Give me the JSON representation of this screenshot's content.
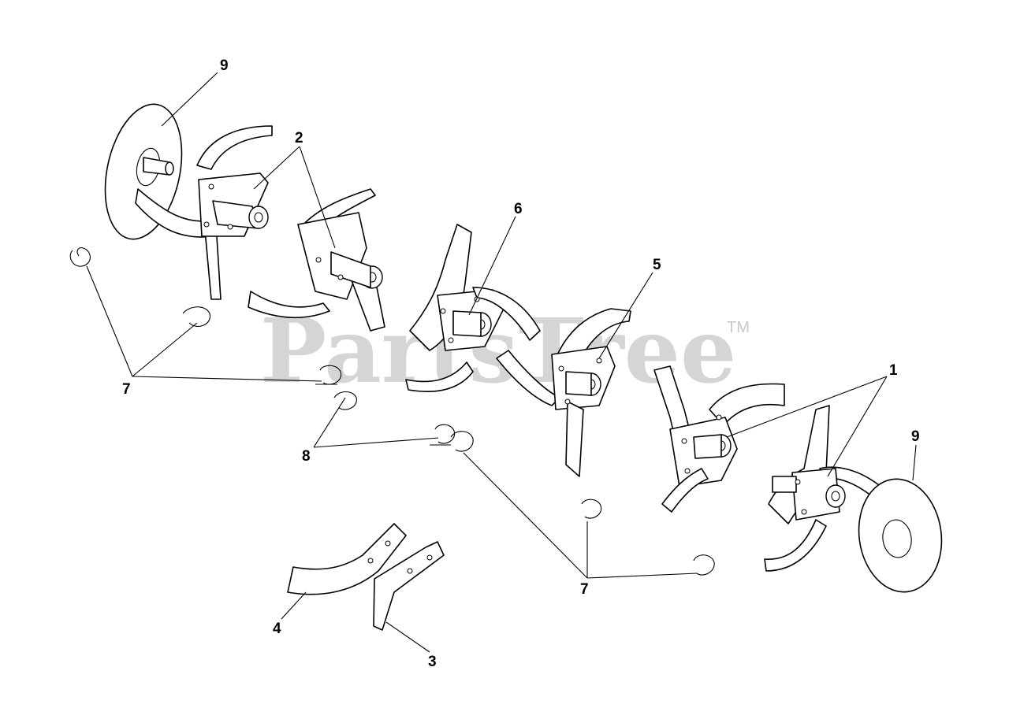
{
  "watermark": {
    "text": "PartsTree",
    "trademark": "TM"
  },
  "callouts": [
    {
      "id": "c9a",
      "label": "9"
    },
    {
      "id": "c2",
      "label": "2"
    },
    {
      "id": "c6",
      "label": "6"
    },
    {
      "id": "c5",
      "label": "5"
    },
    {
      "id": "c1",
      "label": "1"
    },
    {
      "id": "c9b",
      "label": "9"
    },
    {
      "id": "c7a",
      "label": "7"
    },
    {
      "id": "c8",
      "label": "8"
    },
    {
      "id": "c7b",
      "label": "7"
    },
    {
      "id": "c4",
      "label": "4"
    },
    {
      "id": "c3",
      "label": "3"
    }
  ]
}
